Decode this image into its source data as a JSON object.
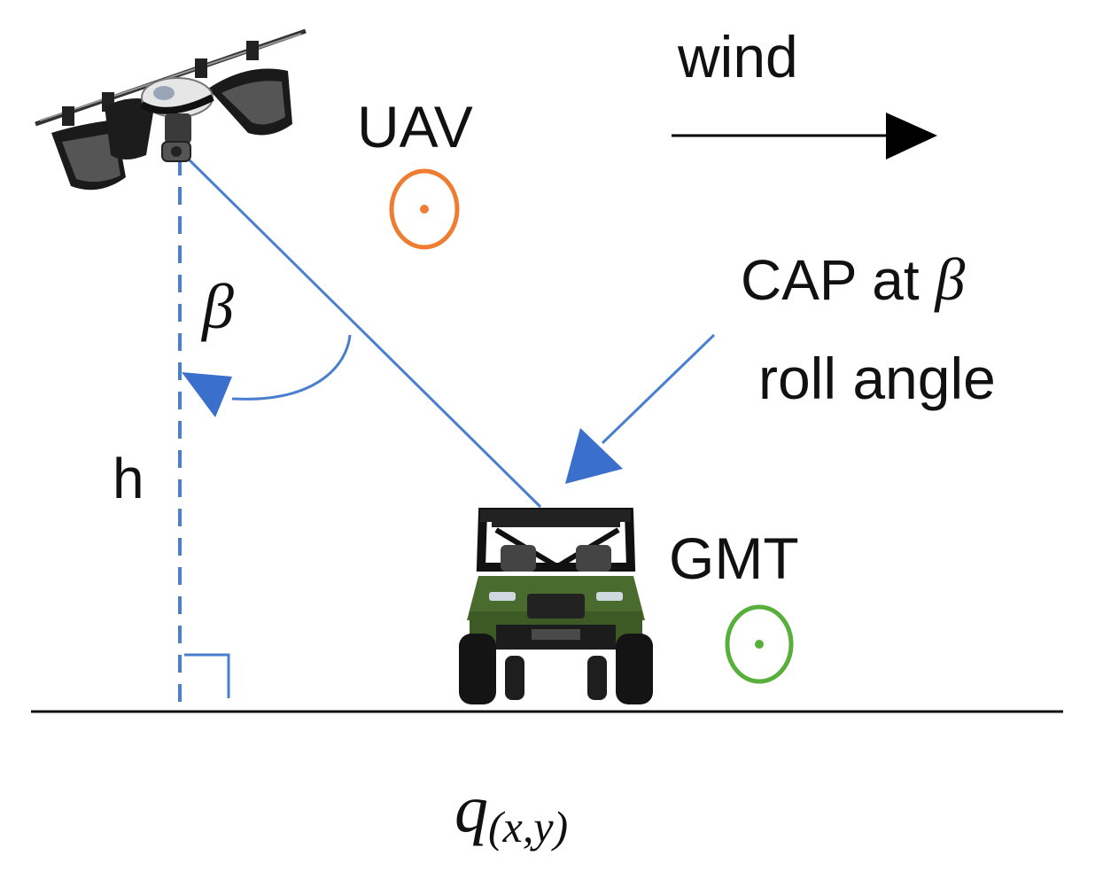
{
  "labels": {
    "wind": "wind",
    "uav": "UAV",
    "beta": "β",
    "cap_line1": "CAP at ",
    "cap_beta": "β",
    "cap_line2": "roll angle",
    "h": "h",
    "gmt": "GMT",
    "q_main": "q",
    "q_sub": "(x,y)"
  },
  "colors": {
    "uav_marker": "#ee7d32",
    "gmt_marker": "#58b03b",
    "geometry_blue": "#4a7fd0",
    "arrow_blue": "#3a6fcc",
    "ground": "#111111",
    "vehicle_body": "#4a6b2e"
  },
  "icons": [
    "drone-icon",
    "utility-vehicle-icon",
    "out-of-page-marker-icon",
    "wind-arrow-icon",
    "right-angle-icon"
  ]
}
